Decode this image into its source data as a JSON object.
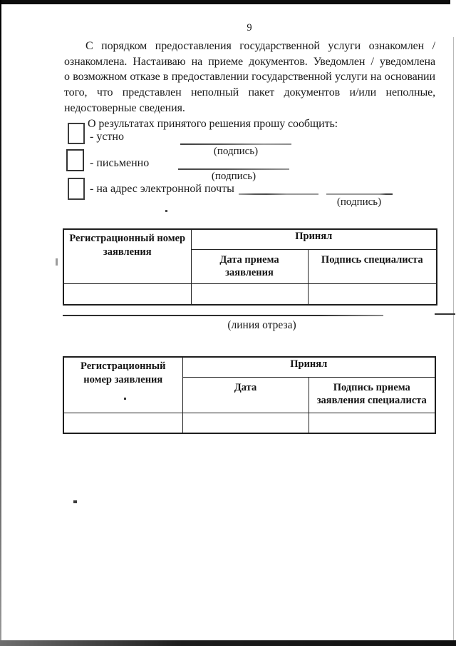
{
  "page_number": "9",
  "paragraph": {
    "line1": "С порядком предоставления государственной услуги ознакомлен /",
    "line2": "ознакомлена. Настаиваю на приеме документов. Уведомлен / уведомлена",
    "line3": "о возможном отказе в предоставлении государственной услуги на основании",
    "line4": "того, что представлен неполный пакет документов и/или неполные,",
    "line5": "недостоверные сведения.",
    "line6": "О результатах принятого решения прошу сообщить:"
  },
  "options": {
    "verbal": {
      "label": "- устно",
      "caption": "(подпись)"
    },
    "written": {
      "label": "- письменно",
      "caption": "(подпись)"
    },
    "email": {
      "label": "- на адрес электронной почты",
      "caption": "(подпись)"
    }
  },
  "table_top": {
    "col_reg": "Регистрационный номер\nзаявления",
    "col_group": "Принял",
    "col_date": "Дата приема\nзаявления",
    "col_sign": "Подпись специалиста"
  },
  "cut_line": {
    "label": "(линия отреза)"
  },
  "table_bottom": {
    "col_reg": "Регистрационный\nномер заявления",
    "col_group": "Принял",
    "col_date": "Дата",
    "col_sign": "Подпись приема\nзаявления специалиста"
  }
}
